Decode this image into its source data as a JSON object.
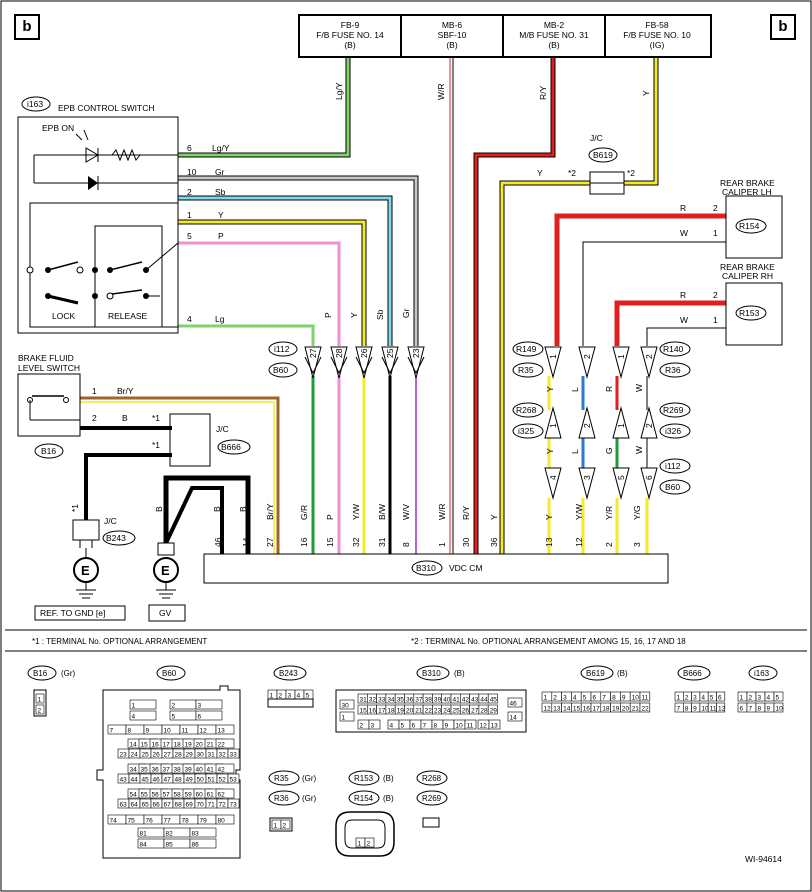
{
  "page_marker": "b",
  "fuses": [
    {
      "name": "FB-9",
      "sub": "F/B FUSE NO. 14",
      "color": "(B)"
    },
    {
      "name": "MB-6",
      "sub": "SBF-10",
      "color": "(B)"
    },
    {
      "name": "MB-2",
      "sub": "M/B FUSE NO. 31",
      "color": "(B)"
    },
    {
      "name": "FB-58",
      "sub": "F/B FUSE NO. 10",
      "color": "(IG)"
    }
  ],
  "feed_wires": [
    "Lg/Y",
    "W/R",
    "R/Y",
    "Y"
  ],
  "epb": {
    "connector": "i163",
    "title": "EPB CONTROL SWITCH",
    "epb_on": "EPB ON",
    "lock": "LOCK",
    "release": "RELEASE",
    "pins": [
      {
        "pin": "6",
        "wire": "Lg/Y"
      },
      {
        "pin": "10",
        "wire": "Gr"
      },
      {
        "pin": "2",
        "wire": "Sb"
      },
      {
        "pin": "1",
        "wire": "Y"
      },
      {
        "pin": "5",
        "wire": "P"
      },
      {
        "pin": "4",
        "wire": "Lg"
      }
    ]
  },
  "jc_b619": {
    "label": "J/C",
    "connector": "B619",
    "wire_left": "Y",
    "wire_right": "Y",
    "mark_left": "*2",
    "mark_right": "*2"
  },
  "caliper_lh": {
    "title_1": "REAR BRAKE",
    "title_2": "CALIPER LH",
    "connector": "R154",
    "pins": [
      {
        "pin": "2",
        "wire": "R"
      },
      {
        "pin": "1",
        "wire": "W"
      }
    ]
  },
  "caliper_rh": {
    "title_1": "REAR BRAKE",
    "title_2": "CALIPER RH",
    "connector": "R153",
    "pins": [
      {
        "pin": "2",
        "wire": "R"
      },
      {
        "pin": "1",
        "wire": "W"
      }
    ]
  },
  "brake_fluid": {
    "title_1": "BRAKE FLUID",
    "title_2": "LEVEL SWITCH",
    "connector": "B16",
    "pins": [
      {
        "pin": "1",
        "wire": "Br/Y"
      },
      {
        "pin": "2",
        "wire": "B"
      }
    ]
  },
  "jc_b666": {
    "label": "J/C",
    "connector": "B666",
    "mark_1": "*1",
    "mark_2": "*1"
  },
  "jc_b243": {
    "label": "J/C",
    "connector": "B243",
    "mark": "*1"
  },
  "ground_e1": {
    "symbol": "E",
    "ref": "REF. TO GND [e]"
  },
  "ground_e2": {
    "symbol": "E",
    "ref": "GV"
  },
  "left_connectors": {
    "top": "i112",
    "bottom": "B60",
    "pins": [
      "27",
      "28",
      "26",
      "25",
      "23"
    ],
    "wires": [
      "Lg",
      "P",
      "Y",
      "Sb",
      "Gr"
    ]
  },
  "right_connectors": {
    "row1_left": "R149",
    "row1_left2": "R35",
    "row1_right": "R140",
    "row1_right2": "R36",
    "row1_pins": [
      "1",
      "2",
      "1",
      "2"
    ],
    "row2_left": "R268",
    "row2_left2": "i325",
    "row2_right": "R269",
    "row2_right2": "i326",
    "row2_pins": [
      "1",
      "2",
      "1",
      "2"
    ],
    "row3_right": "i112",
    "row3_right2": "B60",
    "row3_pins": [
      "4",
      "3",
      "5",
      "6"
    ],
    "wires_upper": [
      "Y",
      "L",
      "R",
      "W"
    ],
    "wires_lower": [
      "Y",
      "L",
      "G",
      "W"
    ]
  },
  "vdc": {
    "connector": "B310",
    "title": "VDC CM",
    "pins": [
      "46",
      "14",
      "27",
      "16",
      "15",
      "32",
      "31",
      "8",
      "1",
      "30",
      "36",
      "13",
      "12",
      "2",
      "3"
    ],
    "wires": [
      "B",
      "B",
      "Br/Y",
      "G/R",
      "P",
      "Y/W",
      "B/W",
      "W/V",
      "W/R",
      "R/Y",
      "Y",
      "Y",
      "Y/W",
      "Y/R",
      "Y/G"
    ]
  },
  "footnotes": [
    "*1 : TERMINAL No. OPTIONAL ARRANGEMENT",
    "*2 : TERMINAL No. OPTIONAL ARRANGEMENT AMONG 15, 16, 17 AND 18"
  ],
  "connector_views": {
    "b16": {
      "name": "B16",
      "color": "(Gr)",
      "pins": [
        "1",
        "2"
      ]
    },
    "b60": {
      "name": "B60",
      "rows": [
        [
          "1",
          "2",
          "3"
        ],
        [
          "4",
          "5",
          "6"
        ],
        [
          "7",
          "8",
          "9",
          "10",
          "11",
          "12",
          "13"
        ],
        [
          "14",
          "15",
          "16",
          "17",
          "18",
          "19",
          "20",
          "21",
          "22"
        ],
        [
          "23",
          "24",
          "25",
          "26",
          "27",
          "28",
          "29",
          "30",
          "31",
          "32",
          "33"
        ],
        [
          "34",
          "35",
          "36",
          "37",
          "38",
          "39",
          "40",
          "41",
          "42"
        ],
        [
          "43",
          "44",
          "45",
          "46",
          "47",
          "48",
          "49",
          "50",
          "51",
          "52",
          "53"
        ],
        [
          "54",
          "55",
          "56",
          "57",
          "58",
          "59",
          "60",
          "61",
          "62"
        ],
        [
          "63",
          "64",
          "65",
          "66",
          "67",
          "68",
          "69",
          "70",
          "71",
          "72",
          "73"
        ],
        [
          "74",
          "75",
          "76",
          "77",
          "78",
          "79",
          "80"
        ],
        [
          "81",
          "82",
          "83"
        ],
        [
          "84",
          "85",
          "86"
        ]
      ]
    },
    "b243": {
      "name": "B243",
      "pins": [
        "1",
        "2",
        "3",
        "4",
        "5"
      ]
    },
    "b310": {
      "name": "B310",
      "color": "(B)",
      "row1": [
        "31",
        "32",
        "33",
        "34",
        "35",
        "36",
        "37",
        "38",
        "39",
        "40",
        "41",
        "42",
        "43",
        "44",
        "45"
      ],
      "row2": [
        "15",
        "16",
        "17",
        "18",
        "19",
        "20",
        "21",
        "22",
        "23",
        "24",
        "25",
        "26",
        "27",
        "28",
        "29"
      ],
      "row3": [
        "4",
        "5",
        "6",
        "7",
        "8",
        "9",
        "10",
        "11"
      ],
      "left": [
        "30",
        "1",
        "2",
        "3"
      ],
      "right": [
        "46",
        "14"
      ],
      "extra": [
        "12",
        "13"
      ]
    },
    "b619": {
      "name": "B619",
      "color": "(B)",
      "row1": [
        "1",
        "2",
        "3",
        "4",
        "5",
        "6",
        "7",
        "8",
        "9",
        "10",
        "11"
      ],
      "row2": [
        "12",
        "13",
        "14",
        "15",
        "16",
        "17",
        "18",
        "19",
        "20",
        "21",
        "22"
      ]
    },
    "b666": {
      "name": "B666",
      "row1": [
        "1",
        "2",
        "3",
        "4",
        "5",
        "6"
      ],
      "row2": [
        "7",
        "8",
        "9",
        "10",
        "11",
        "12"
      ]
    },
    "i163": {
      "name": "i163",
      "row1": [
        "1",
        "2",
        "3",
        "4",
        "5"
      ],
      "row2": [
        "6",
        "7",
        "8",
        "9",
        "10"
      ]
    },
    "r35": {
      "name": "R35",
      "color": "(Gr)"
    },
    "r36": {
      "name": "R36",
      "color": "(Gr)"
    },
    "r153": {
      "name": "R153",
      "color": "(B)"
    },
    "r154": {
      "name": "R154",
      "color": "(B)"
    },
    "r268": {
      "name": "R268"
    },
    "r269": {
      "name": "R269"
    },
    "r_pins": [
      "1",
      "2"
    ]
  },
  "diagram_id": "WI-94614",
  "colors": {
    "Lg": "#7fd36a",
    "P": "#ef8fd0",
    "Y": "#f2ea2a",
    "Sb": "#7fd9e8",
    "Gr": "#a8a8a8",
    "R": "#e0201d",
    "W": "#ffffff",
    "B": "#000000",
    "Br": "#a0632b",
    "G": "#1e9e3a",
    "L": "#2b7bd6",
    "V": "#b064d8"
  }
}
